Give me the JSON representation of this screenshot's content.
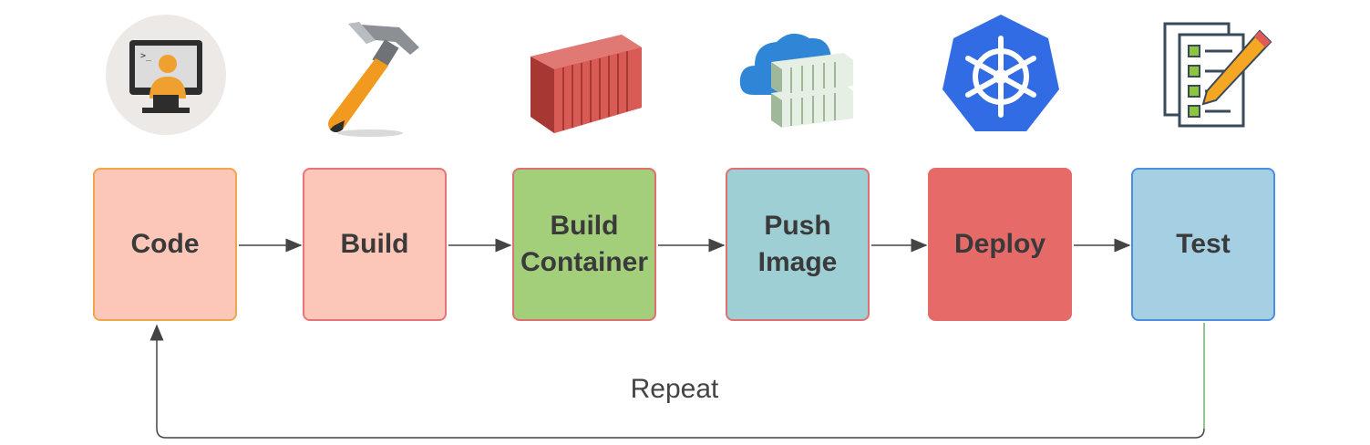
{
  "stages": [
    {
      "label": "Code",
      "icon": "developer-monitor-icon",
      "fill": "#fcc6b8",
      "border": "#f0a64a"
    },
    {
      "label": "Build",
      "icon": "hammer-icon",
      "fill": "#fcc6b8",
      "border": "#e8737a"
    },
    {
      "label": "Build\nContainer",
      "icon": "shipping-container-icon",
      "fill": "#a3cf7b",
      "border": "#e07070"
    },
    {
      "label": "Push\nImage",
      "icon": "cloud-registry-icon",
      "fill": "#9ecfd4",
      "border": "#e07070"
    },
    {
      "label": "Deploy",
      "icon": "kubernetes-helm-icon",
      "fill": "#e66a68",
      "border": "#e66a68"
    },
    {
      "label": "Test",
      "icon": "checklist-pencil-icon",
      "fill": "#a5cfe3",
      "border": "#4a8fe0"
    }
  ],
  "loop": {
    "label": "Repeat"
  }
}
